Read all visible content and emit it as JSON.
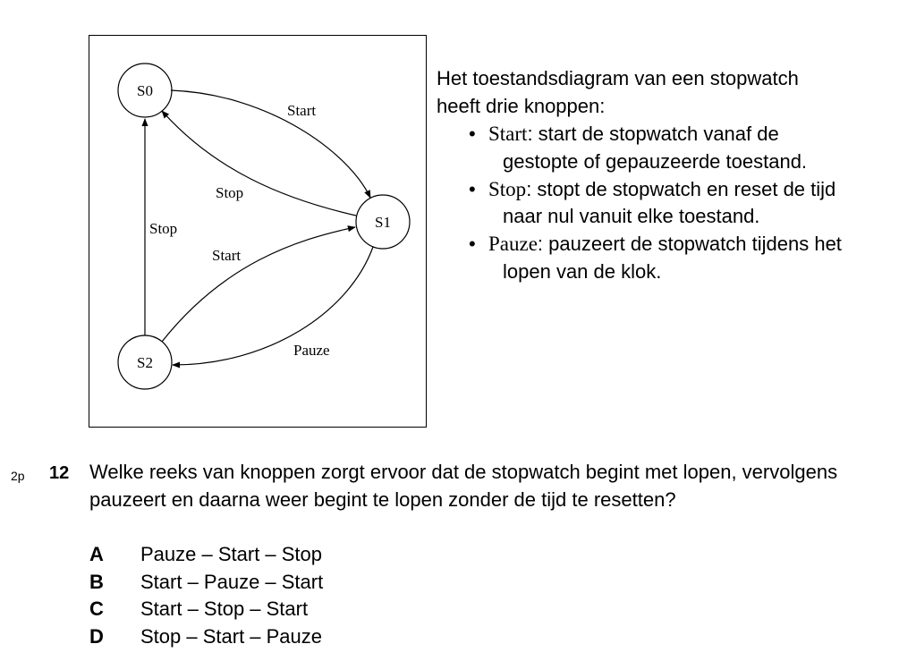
{
  "diagram": {
    "states": {
      "s0": "S0",
      "s1": "S1",
      "s2": "S2"
    },
    "edges": {
      "s0_s1": "Start",
      "s1_s0": "Stop",
      "s2_s0": "Stop",
      "s2_s1": "Start",
      "s1_s2": "Pauze"
    }
  },
  "intro": {
    "line1": "Het toestandsdiagram van een stopwatch",
    "line2": "heeft drie knoppen:"
  },
  "bullets": [
    {
      "term": "Start",
      "text": ": start de stopwatch vanaf de gestopte of gepauzeerde toestand."
    },
    {
      "term": "Stop",
      "text": ": stopt de stopwatch en reset de tijd naar nul vanuit elke toestand."
    },
    {
      "term": "Pauze",
      "text": ": pauzeert de stopwatch tijdens het lopen van de klok."
    }
  ],
  "question": {
    "points": "2p",
    "number": "12",
    "text": "Welke reeks van knoppen zorgt ervoor dat de stopwatch begint met lopen, vervolgens pauzeert en daarna weer begint te lopen zonder de tijd te resetten?",
    "options": [
      {
        "letter": "A",
        "text": "Pauze – Start – Stop"
      },
      {
        "letter": "B",
        "text": "Start – Pauze – Start"
      },
      {
        "letter": "C",
        "text": "Start – Stop – Start"
      },
      {
        "letter": "D",
        "text": "Stop – Start – Pauze"
      }
    ]
  }
}
